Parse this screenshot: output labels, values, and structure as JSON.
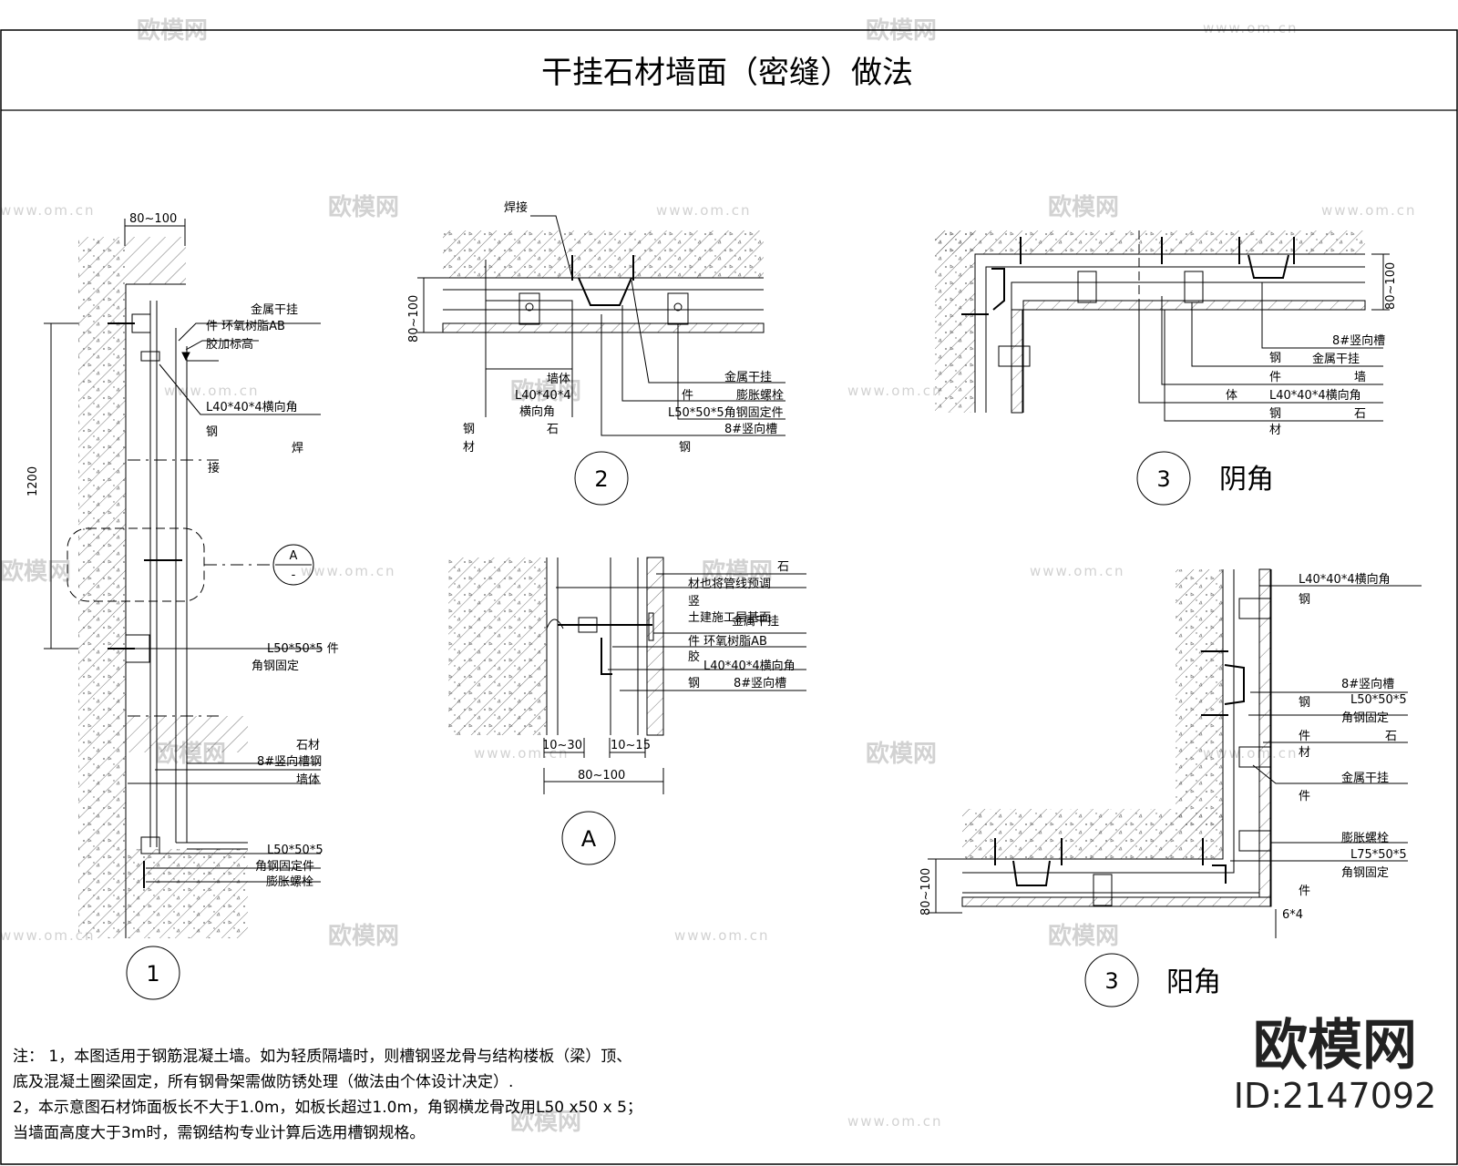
{
  "title": "干挂石材墙面（密缝）做法",
  "watermark": {
    "text": "欧模网",
    "url": "www.om.cn"
  },
  "brand": {
    "name": "欧模网",
    "id": "ID:2147092"
  },
  "detail1": {
    "number": "1",
    "dim_top": "80~100",
    "dim_height": "1200",
    "callout": "A",
    "labels": {
      "l1": "金属干挂",
      "l2": "件  环氧树脂AB",
      "l3": "胶加标高",
      "l4": "L40*40*4横向角",
      "l5": "钢",
      "l6": "焊",
      "l7": "接",
      "l8": "L50*50*5 件",
      "l9": "角钢固定",
      "l10": "石材",
      "l11": "8#竖向槽钢",
      "l12": "墙体",
      "l13": "L50*50*5",
      "l14": "角钢固定件",
      "l15": "膨胀螺栓"
    }
  },
  "detail2": {
    "number": "2",
    "dim_side": "80~100",
    "labels": {
      "weld": "焊接",
      "l1": "墙体",
      "l2": "L40*40*4",
      "l3": "横向角",
      "l4": "钢",
      "l5": "材",
      "l6": "石",
      "l7": "金属干挂",
      "l8": "件",
      "l9": "膨胀螺栓",
      "l10": "L50*50*5角钢固定件",
      "l11": "8#竖向槽",
      "l12": "钢"
    }
  },
  "detailA": {
    "number": "A",
    "dim1": "10~30",
    "dim2": "10~15",
    "dim3": "80~100",
    "labels": {
      "l1": "石",
      "l2": "材也将管线预调",
      "l3": "竖",
      "l4": "土建施工层基面",
      "l5": "金属干挂",
      "l6": "件  环氧树脂AB",
      "l7": "胶",
      "l8": "L40*40*4横向角",
      "l9": "钢",
      "l10": "8#竖向槽"
    }
  },
  "detail3a": {
    "number": "3",
    "caption": "阴角",
    "dim": "80~100",
    "labels": {
      "l1": "8#竖向槽",
      "l2": "钢",
      "l3": "金属干挂",
      "l4": "件",
      "l5": "墙",
      "l6": "体",
      "l7": "L40*40*4横向角",
      "l8": "钢",
      "l9": "石",
      "l10": "材"
    }
  },
  "detail3b": {
    "number": "3",
    "caption": "阳角",
    "dim": "80~100",
    "labels": {
      "l1": "L40*40*4横向角",
      "l2": "钢",
      "l3": "8#竖向槽",
      "l4": "钢",
      "l5": "L50*50*5",
      "l6": "角钢固定",
      "l7": "件",
      "l8": "石",
      "l9": "材",
      "l10": "金属干挂",
      "l11": "件",
      "l12": "膨胀螺栓",
      "l13": "L75*50*5",
      "l14": "角钢固定",
      "l15": "件",
      "l16": "6*4"
    }
  },
  "notes": [
    "注：  1，本图适用于钢筋混凝土墙。如为轻质隔墙时，则槽钢竖龙骨与结构楼板（梁）顶、",
    "底及混凝土圈梁固定，所有钢骨架需做防锈处理（做法由个体设计决定）.",
    "2，本示意图石材饰面板长不大于1.0m，如板长超过1.0m，角钢横龙骨改用L50 x50 x 5；",
    "当墙面高度大于3m时，需钢结构专业计算后选用槽钢规格。"
  ]
}
